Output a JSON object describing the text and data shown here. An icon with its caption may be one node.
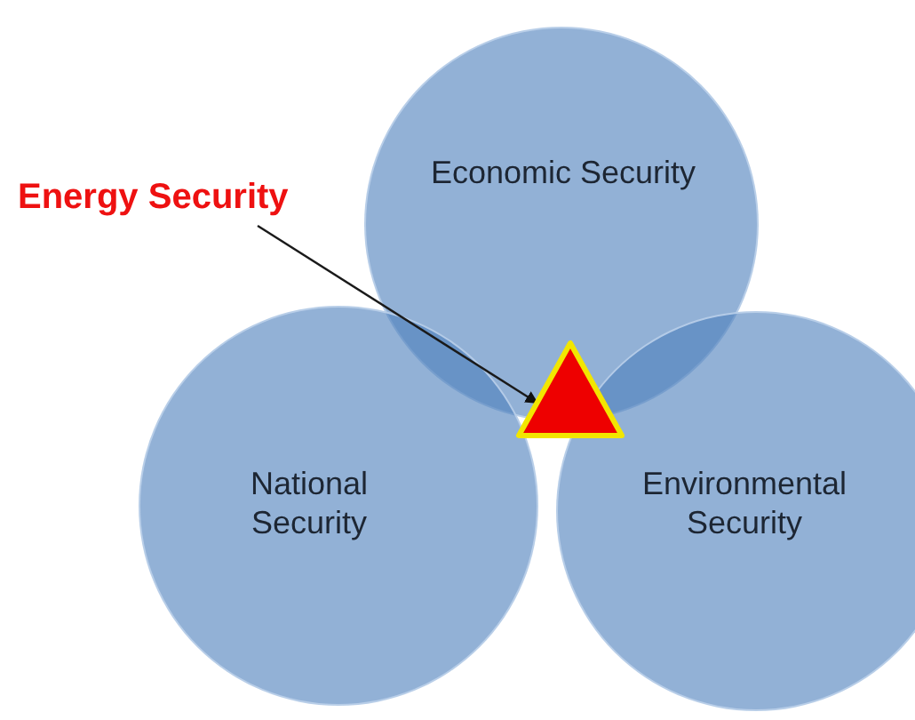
{
  "diagram": {
    "nodes": [
      {
        "text": [
          "Economic Security"
        ]
      },
      {
        "text": [
          "Energy Security"
        ]
      },
      {
        "text": [],
        "shape": "triangle"
      },
      {
        "text": [
          "National Security"
        ]
      },
      {
        "text": [
          "Environmental Security"
        ]
      }
    ],
    "edges": [
      {
        "from": 1,
        "to": 2,
        "arrow": "to"
      }
    ]
  }
}
